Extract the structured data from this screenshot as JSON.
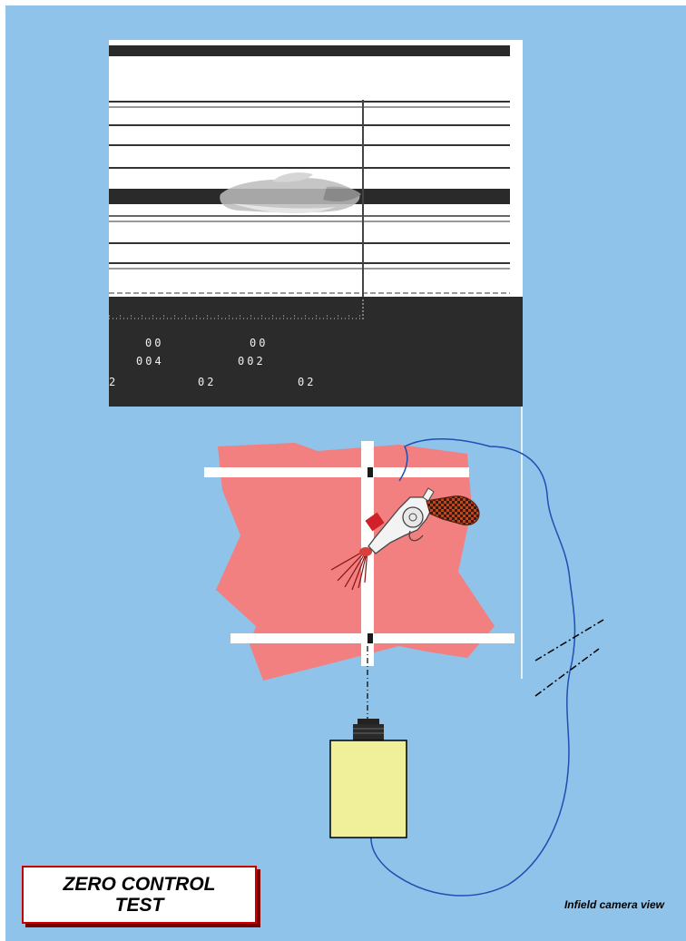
{
  "title_box": {
    "text": "ZERO CONTROL\nTEST"
  },
  "caption": "Infield camera view",
  "photo": {
    "readouts": {
      "row1_left": "00",
      "row1_right": "00",
      "row2_left": "004",
      "row2_right": "002",
      "row3_edge": "2",
      "row3_left": "02",
      "row3_right": "02"
    }
  },
  "icons": [
    "revolver-icon",
    "camera-icon"
  ],
  "colors": {
    "background": "#8fc3e9",
    "target_zone": "#f28080",
    "camera_body": "#f0f09a",
    "cable": "#1f4fb0",
    "title_border": "#c80000"
  }
}
